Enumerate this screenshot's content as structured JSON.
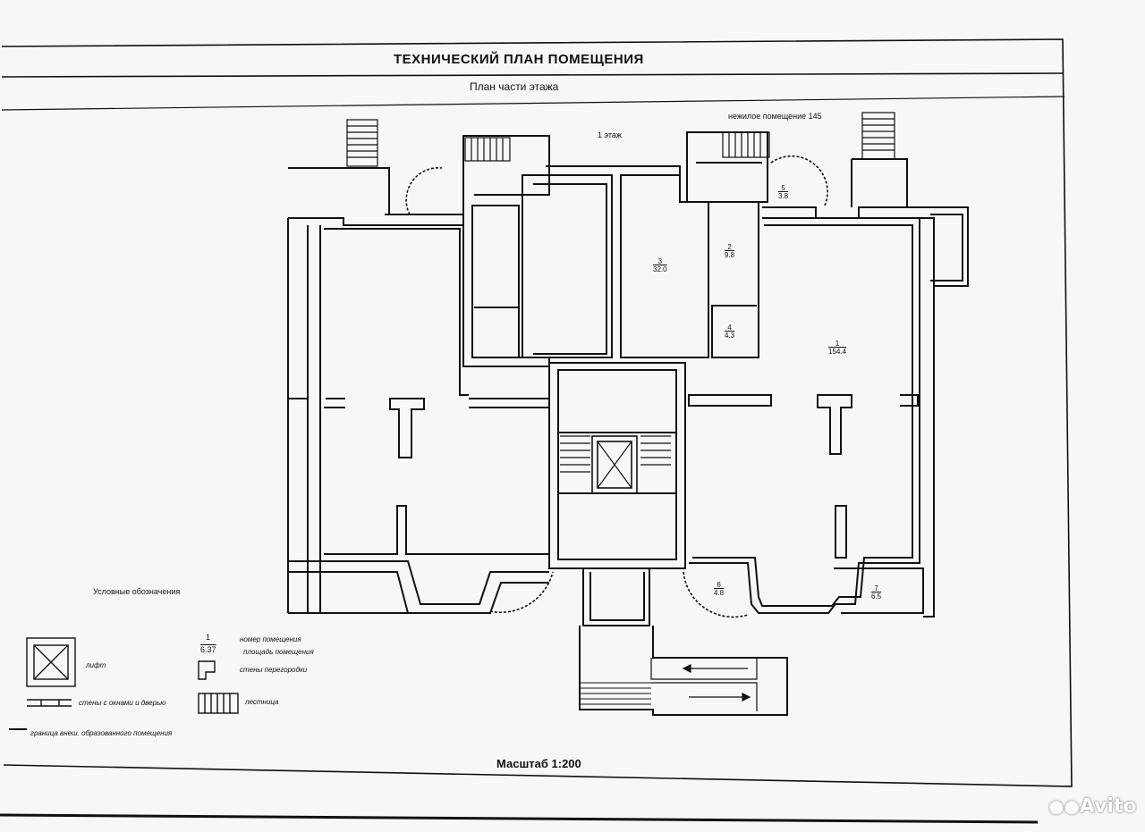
{
  "document": {
    "title": "ТЕХНИЧЕСКИЙ ПЛАН ПОМЕЩЕНИЯ",
    "subtitle": "План части этажа",
    "floor": "1 этаж",
    "neighbor": "нежилое помещение 145",
    "scale": "Масштаб 1:200"
  },
  "rooms": [
    {
      "number": "1",
      "area": "154.4"
    },
    {
      "number": "2",
      "area": "9.8"
    },
    {
      "number": "3",
      "area": "32.0"
    },
    {
      "number": "4",
      "area": "4.3"
    },
    {
      "number": "5",
      "area": "3.8"
    },
    {
      "number": "6",
      "area": "4.8"
    },
    {
      "number": "7",
      "area": "6.5"
    }
  ],
  "legend": {
    "title": "Условные обозначения",
    "lift": "лифт",
    "wall_with_openings": "стены с окнами и дверью",
    "stairs": "лестница",
    "room_number_sample": "1",
    "room_area_sample": "6.37",
    "room_number_desc": "номер помещения",
    "room_area_desc": "площадь помещения",
    "partition_desc": "стены перегородки",
    "boundary_desc": "граница внеш. образованного помещения"
  },
  "watermark": {
    "text": "Avito",
    "icon": "avito-dots-icon",
    "color": "#ffffff"
  },
  "colors": {
    "line": "#111111",
    "paper": "#f7f7f5"
  }
}
